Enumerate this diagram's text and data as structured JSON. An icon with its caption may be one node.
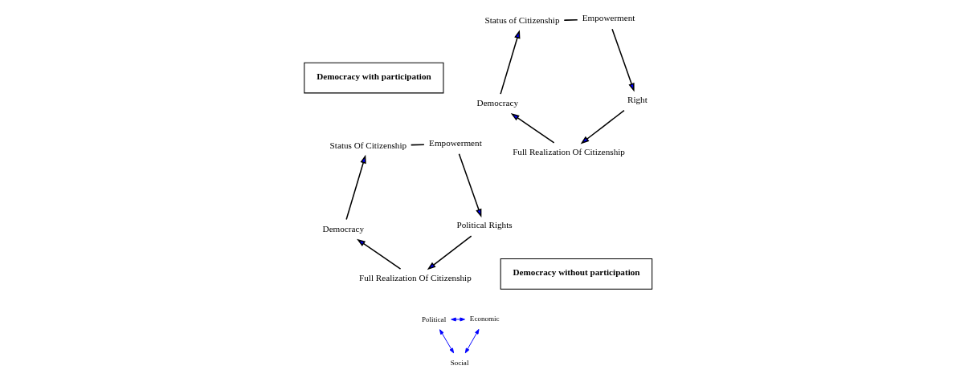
{
  "diagram": {
    "nodes": [
      {
        "text": [
          "Democracy"
        ]
      },
      {
        "text": [
          "Status of Citizenship"
        ]
      },
      {
        "text": [
          "Full Realization Of Citizenship"
        ]
      },
      {
        "text": [
          "Democracy with participation"
        ]
      },
      {
        "text": [
          "Empowerment"
        ]
      },
      {
        "text": [
          "Political"
        ]
      },
      {
        "text": [
          "Right"
        ]
      },
      {
        "text": [
          "Economic"
        ]
      },
      {
        "text": [
          "Social"
        ]
      },
      {
        "text": [
          "Democracy"
        ]
      },
      {
        "text": [
          "Status Of Citizenship"
        ]
      },
      {
        "text": [
          "Full Realization Of Citizenship"
        ]
      },
      {
        "text": [
          "Democracy without participation"
        ]
      },
      {
        "text": [
          "Empowerment"
        ]
      },
      {
        "text": [
          "Political Rights"
        ]
      }
    ],
    "edges": [
      {
        "from": 0,
        "to": 1,
        "arrow": "to"
      },
      {
        "from": 1,
        "to": 4,
        "arrow": "none"
      },
      {
        "from": 4,
        "to": 6,
        "arrow": "to"
      },
      {
        "from": 6,
        "to": 2,
        "arrow": "to"
      },
      {
        "from": 2,
        "to": 0,
        "arrow": "to"
      },
      {
        "from": 7,
        "to": 5,
        "arrow": "both",
        "color": "#0000ff"
      },
      {
        "from": 5,
        "to": 8,
        "arrow": "both",
        "color": "#0000ff"
      },
      {
        "from": 7,
        "to": 8,
        "arrow": "both",
        "color": "#0000ff"
      },
      {
        "from": 9,
        "to": 10,
        "arrow": "to"
      },
      {
        "from": 10,
        "to": 13,
        "arrow": "none"
      },
      {
        "from": 13,
        "to": 14,
        "arrow": "to"
      },
      {
        "from": 14,
        "to": 11,
        "arrow": "to"
      },
      {
        "from": 11,
        "to": 9,
        "arrow": "to"
      }
    ]
  }
}
